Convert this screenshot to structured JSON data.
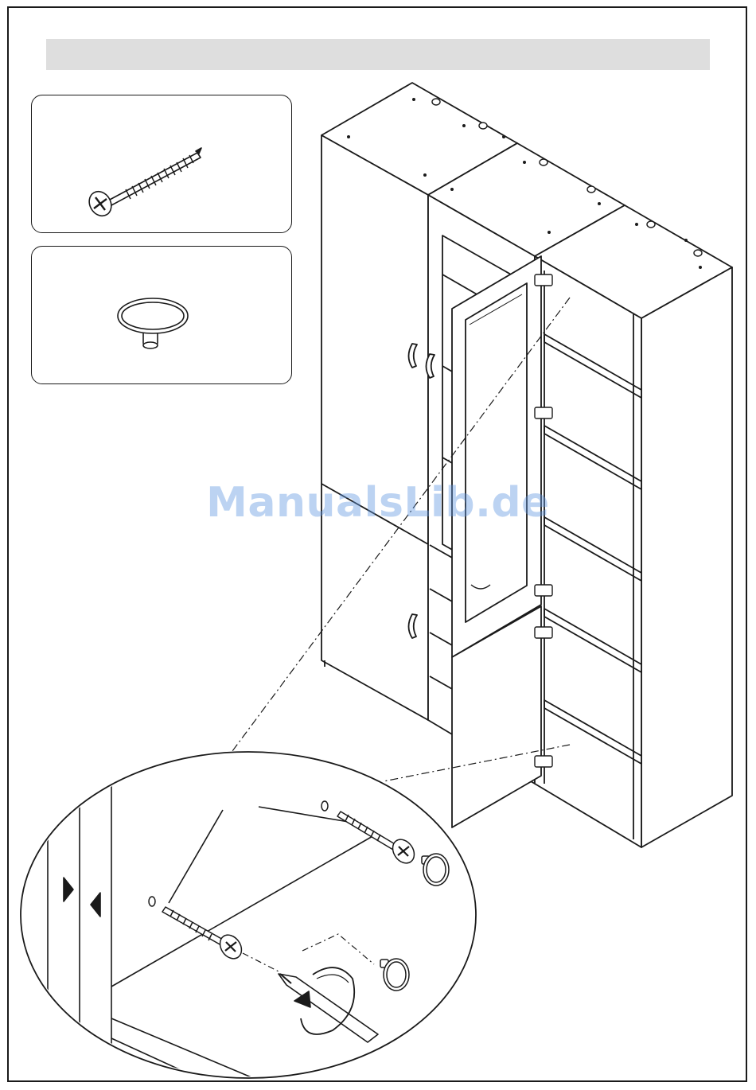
{
  "page": {
    "header_text": ""
  },
  "watermark": {
    "text": "ManualsLib.de"
  },
  "parts": [
    {
      "id": "screw",
      "icon": "wood-screw-icon"
    },
    {
      "id": "knob",
      "icon": "round-knob-icon"
    }
  ],
  "illustration": {
    "subject": "cabinet-assembly",
    "detail_callout": "magnified-screw-and-knob-detail"
  }
}
